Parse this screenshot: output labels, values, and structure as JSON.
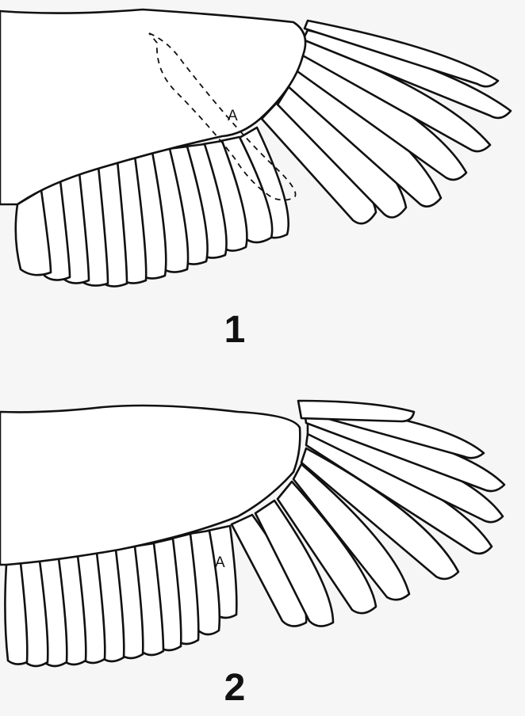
{
  "figures": [
    {
      "number": "1",
      "feather_label": "A"
    },
    {
      "number": "2",
      "feather_label": "A"
    }
  ],
  "colors": {
    "ink": "#111111",
    "paper": "#f6f6f6",
    "fill": "#ffffff"
  }
}
